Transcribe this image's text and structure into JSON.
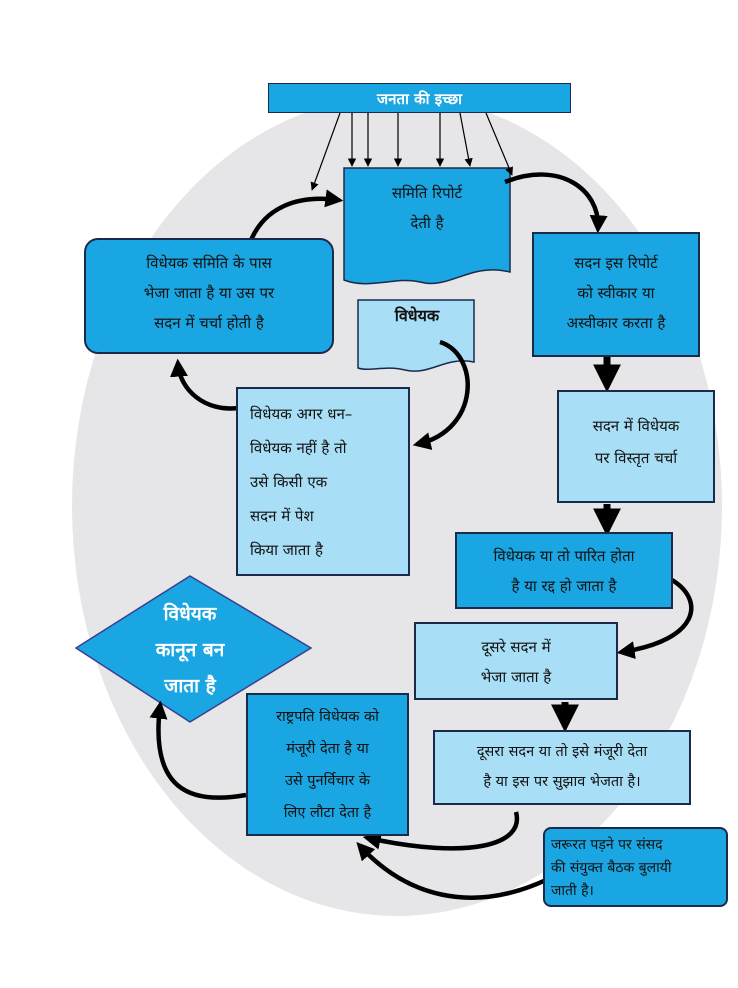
{
  "top_bar": {
    "label": "जनता की इच्छा"
  },
  "committee_report": {
    "lines": [
      "समिति रिपोर्ट",
      "देती है"
    ]
  },
  "sent_to_committee": {
    "lines": [
      "विधेयक समिति के पास",
      "भेजा जाता है या उस पर",
      "सदन में चर्चा होती है"
    ]
  },
  "house_accepts": {
    "lines": [
      "सदन इस रिपोर्ट",
      "को स्वीकार या",
      "अस्वीकार करता है"
    ]
  },
  "bill_doc": {
    "label": "विधेयक"
  },
  "non_money_bill": {
    "lines": [
      "विधेयक अगर धन–",
      "विधेयक नहीं है तो",
      "उसे किसी एक",
      "सदन में पेश",
      "किया जाता है"
    ]
  },
  "detailed_discussion": {
    "lines": [
      "सदन में विधेयक",
      "पर विस्तृत चर्चा"
    ]
  },
  "passed_or_rejected": {
    "lines": [
      "विधेयक या तो पारित होता",
      "है या रद्द हो जाता है"
    ]
  },
  "sent_other_house": {
    "lines": [
      "दूसरे सदन में",
      "भेजा जाता है"
    ]
  },
  "becomes_law": {
    "lines": [
      "विधेयक",
      "कानून बन",
      "जाता है"
    ]
  },
  "president": {
    "lines": [
      "राष्ट्रपति विधेयक को",
      "मंजूरी देता है या",
      "उसे पुनर्विचार के",
      "लिए लौटा देता है"
    ]
  },
  "other_house_action": {
    "lines": [
      "दूसरा सदन या तो इसे मंजूरी देता",
      "है या इस पर सुझाव भेजता है।"
    ]
  },
  "joint_sitting": {
    "lines": [
      "जरूरत पड़ने पर संसद",
      "की संयुक्त बैठक बुलायी",
      "जाती है।"
    ]
  },
  "colors": {
    "dark_blue": "#1aa6e2",
    "light_blue": "#a9dff6",
    "background": "#e6e6e8",
    "arrow": "#000000"
  }
}
